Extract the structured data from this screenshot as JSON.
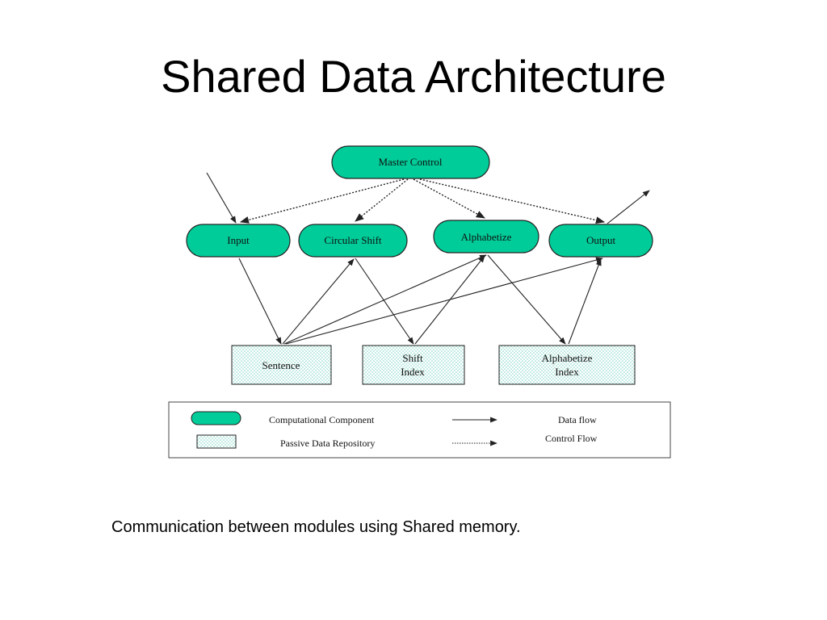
{
  "slide": {
    "title": "Shared Data Architecture",
    "caption": "Communication between modules using Shared memory."
  },
  "diagram": {
    "colors": {
      "component_fill": "#00cc99",
      "repository_dots": "#7fd6c4",
      "line": "#222222"
    },
    "components": {
      "master_control": "Master Control",
      "input": "Input",
      "circular_shift": "Circular Shift",
      "alphabetize": "Alphabetize",
      "output": "Output"
    },
    "repositories": {
      "sentence": "Sentence",
      "shift_index_line1": "Shift",
      "shift_index_line2": "Index",
      "alphabetize_index_line1": "Alphabetize",
      "alphabetize_index_line2": "Index"
    },
    "legend": {
      "computational_component": "Computational Component",
      "passive_data_repository": "Passive Data Repository",
      "data_flow": "Data flow",
      "control_flow": "Control Flow"
    }
  }
}
